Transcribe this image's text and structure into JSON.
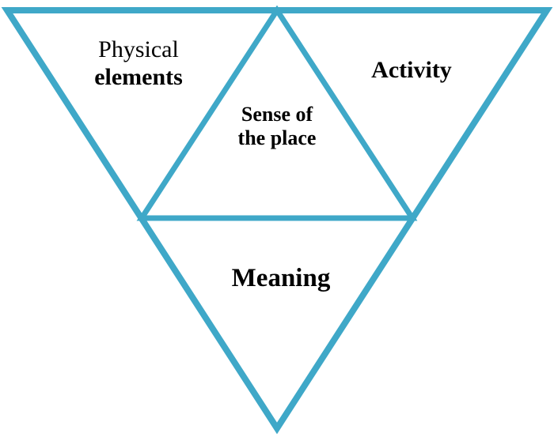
{
  "diagram": {
    "type": "nested-triangle",
    "outline_color": "#3fa8c8",
    "shadow_line_color": "#4a4a4a",
    "background_color": "#ffffff",
    "text_color": "#000000",
    "labels": {
      "physical_line1": "Physical",
      "physical_line2": "elements",
      "activity": "Activity",
      "sense_line1": "Sense of",
      "sense_line2": "the place",
      "meaning": "Meaning"
    },
    "regions": [
      {
        "name": "physical-elements",
        "position": "top-left"
      },
      {
        "name": "activity",
        "position": "top-right"
      },
      {
        "name": "sense-of-the-place",
        "position": "center"
      },
      {
        "name": "meaning",
        "position": "bottom"
      }
    ]
  }
}
